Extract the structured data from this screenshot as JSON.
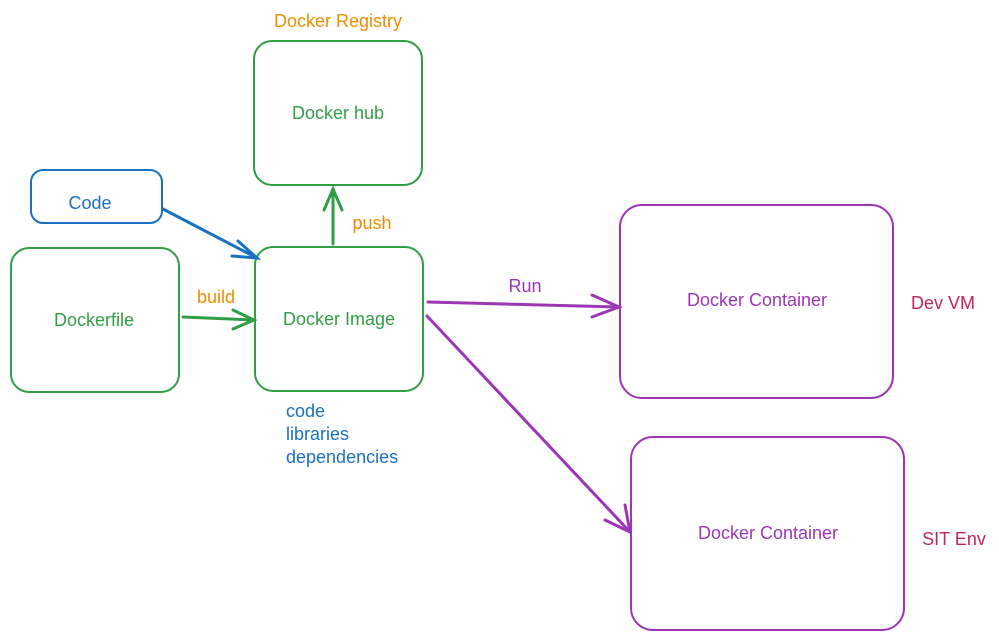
{
  "registry": {
    "title": "Docker Registry",
    "hub_label": "Docker hub"
  },
  "code": {
    "label": "Code"
  },
  "dockerfile": {
    "label": "Dockerfile"
  },
  "image": {
    "label": "Docker Image",
    "contents": [
      "code",
      "libraries",
      "dependencies"
    ]
  },
  "arrows": {
    "build": "build",
    "push": "push",
    "run": "Run"
  },
  "containers": [
    {
      "label": "Docker Container",
      "env": "Dev VM"
    },
    {
      "label": "Docker Container",
      "env": "SIT Env"
    }
  ],
  "colors": {
    "green": "#2f9e44",
    "blue": "#1971c2",
    "orange": "#f08c00",
    "purple": "#9c36b5",
    "crimson": "#c2255c"
  }
}
